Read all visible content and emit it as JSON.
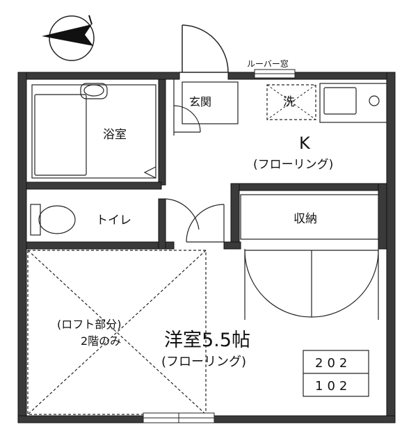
{
  "labels": {
    "louver_window": "ルーバー窓",
    "entrance": "玄関",
    "washer": "洗",
    "kitchen": "K",
    "kitchen_floor": "(フローリング)",
    "bath": "浴室",
    "toilet": "トイレ",
    "storage": "収納",
    "loft": "(ロフト部分)",
    "loft_note": "2階のみ",
    "western_room": "洋室5.5帖",
    "western_floor": "(フローリング)"
  },
  "room_numbers": [
    "202",
    "102"
  ],
  "colors": {
    "wall": "#111111",
    "wall_fill": "#3a3a3a",
    "line": "#222222"
  },
  "icons": {
    "compass": "north-arrow-icon"
  }
}
